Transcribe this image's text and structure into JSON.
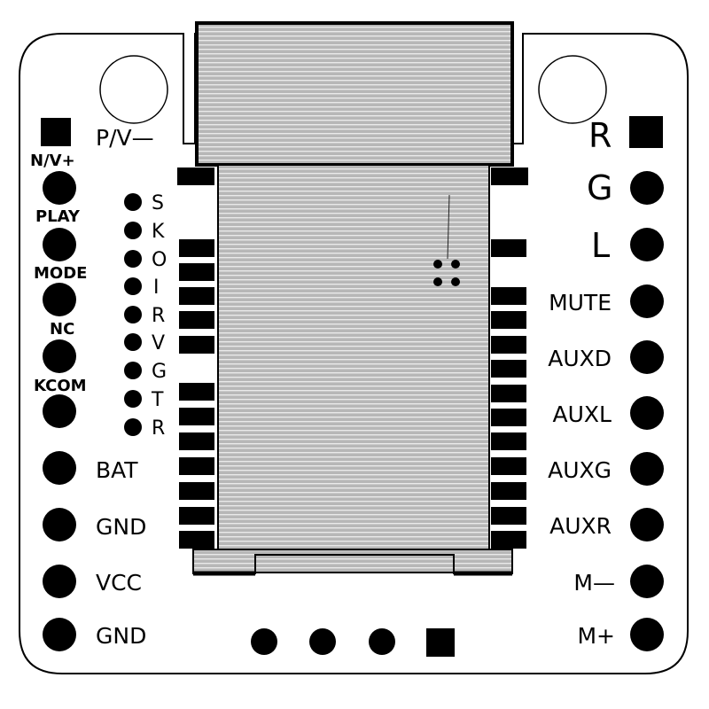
{
  "left_labels": {
    "pv": "P/V—",
    "nv_plus": "N/V+",
    "play": "PLAY",
    "mode": "MODE",
    "nc": "NC",
    "kcom": "KCOM",
    "bat": "BAT",
    "gnd1": "GND",
    "vcc": "VCC",
    "gnd2": "GND"
  },
  "center_pins": [
    "S",
    "K",
    "O",
    "I",
    "R",
    "V",
    "G",
    "T",
    "R"
  ],
  "right_labels": {
    "r": "R",
    "g": "G",
    "l": "L",
    "mute": "MUTE",
    "auxd": "AUXD",
    "auxl": "AUXL",
    "auxg": "AUXG",
    "auxr": "AUXR",
    "m_minus": "M—",
    "m_plus": "M+"
  }
}
